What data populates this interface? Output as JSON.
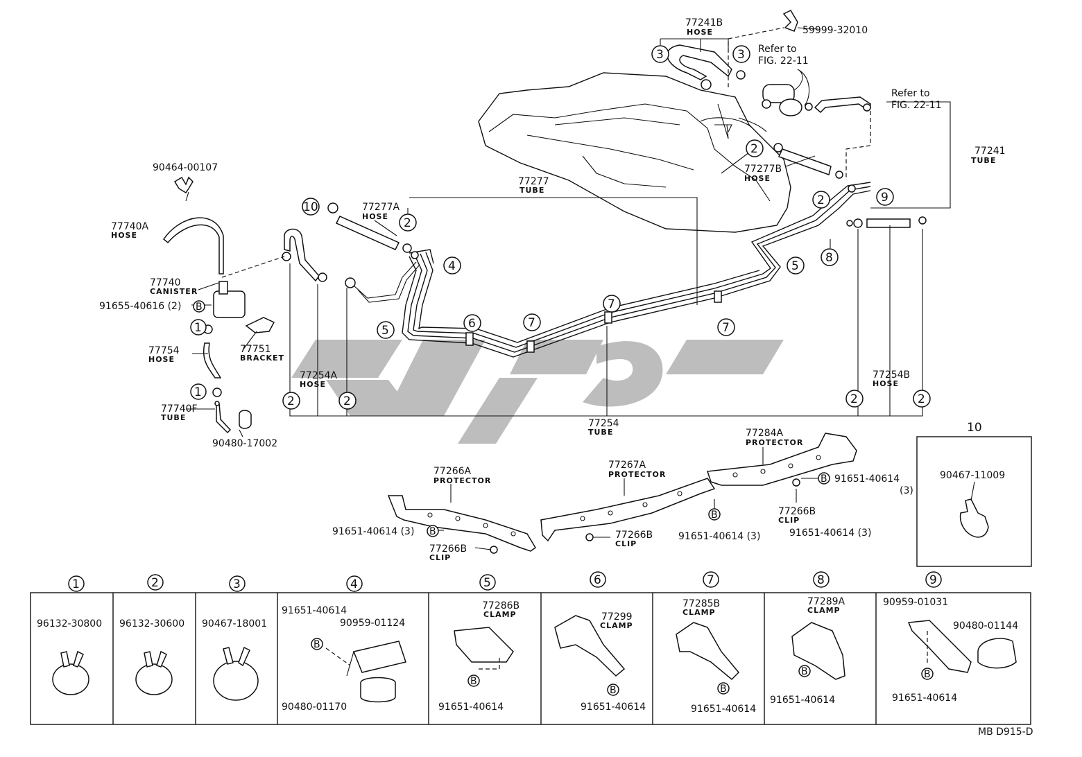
{
  "top_labels": {
    "hose_77241b_num": "77241B",
    "hose_77241b_sub": "HOSE",
    "clip_59999": "59999-32010",
    "refer1_line1": "Refer to",
    "refer1_line2": "FIG. 22-11",
    "refer2_line1": "Refer to",
    "refer2_line2": "FIG. 22-11",
    "tube_77241_num": "77241",
    "tube_77241_sub": "TUBE",
    "hose_77277b_num": "77277B",
    "hose_77277b_sub": "HOSE",
    "tube_77277_num": "77277",
    "tube_77277_sub": "TUBE",
    "hose_77277a_num": "77277A",
    "hose_77277a_sub": "HOSE",
    "clip_90464": "90464-00107",
    "hose_77740a_num": "77740A",
    "hose_77740a_sub": "HOSE",
    "canister_num": "77740",
    "canister_sub": "CANISTER",
    "bolt_91655": "91655-40616 (2)",
    "hose_77754_num": "77754",
    "hose_77754_sub": "HOSE",
    "bracket_num": "77751",
    "bracket_sub": "BRACKET",
    "tube_77740f_num": "77740F",
    "tube_77740f_sub": "TUBE",
    "grommet_90480": "90480-17002",
    "hose_77254a_num": "77254A",
    "hose_77254a_sub": "HOSE",
    "hose_77254b_num": "77254B",
    "hose_77254b_sub": "HOSE",
    "tube_77254_num": "77254",
    "tube_77254_sub": "TUBE"
  },
  "protectors": {
    "p_77284a_num": "77284A",
    "p_77284a_sub": "PROTECTOR",
    "p_77267a_num": "77267A",
    "p_77267a_sub": "PROTECTOR",
    "p_77266a_num": "77266A",
    "p_77266a_sub": "PROTECTOR",
    "bolt_a": "91651-40614",
    "bolt_a_qty": "(3)",
    "clip_a_num": "77266B",
    "clip_a_sub": "CLIP",
    "bolt_b": "91651-40614 (3)",
    "clip_b_num": "77266B",
    "clip_b_sub": "CLIP",
    "bolt_c": "91651-40614 (3)",
    "bolt_d": "91651-40614 (3)",
    "clip_c_num": "77266B",
    "clip_c_sub": "CLIP"
  },
  "callout_b": "B",
  "ref10": {
    "num": "10",
    "part": "90467-11009"
  },
  "table": {
    "headers": [
      "1",
      "2",
      "3",
      "4",
      "5",
      "6",
      "7",
      "8",
      "9"
    ],
    "cell1": {
      "part": "96132-30800"
    },
    "cell2": {
      "part": "96132-30600"
    },
    "cell3": {
      "part": "90467-18001"
    },
    "cell4": {
      "bolt": "91651-40614",
      "bracket": "90959-01124",
      "grommet": "90480-01170"
    },
    "cell5": {
      "clamp_num": "77286B",
      "clamp_sub": "CLAMP",
      "bolt": "91651-40614"
    },
    "cell6": {
      "clamp_num": "77299",
      "clamp_sub": "CLAMP",
      "bolt": "91651-40614"
    },
    "cell7": {
      "clamp_num": "77285B",
      "clamp_sub": "CLAMP",
      "bolt": "91651-40614"
    },
    "cell8": {
      "clamp_num": "77289A",
      "clamp_sub": "CLAMP",
      "bolt": "91651-40614"
    },
    "cell9": {
      "bracket": "90959-01031",
      "grommet": "90480-01144",
      "bolt": "91651-40614"
    }
  },
  "callout_numbers": {
    "n1": "1",
    "n2": "2",
    "n3": "3",
    "n4": "4",
    "n5": "5",
    "n6": "6",
    "n7": "7",
    "n8": "8",
    "n9": "9",
    "n10": "10"
  },
  "footer_code": "MB D915-D"
}
